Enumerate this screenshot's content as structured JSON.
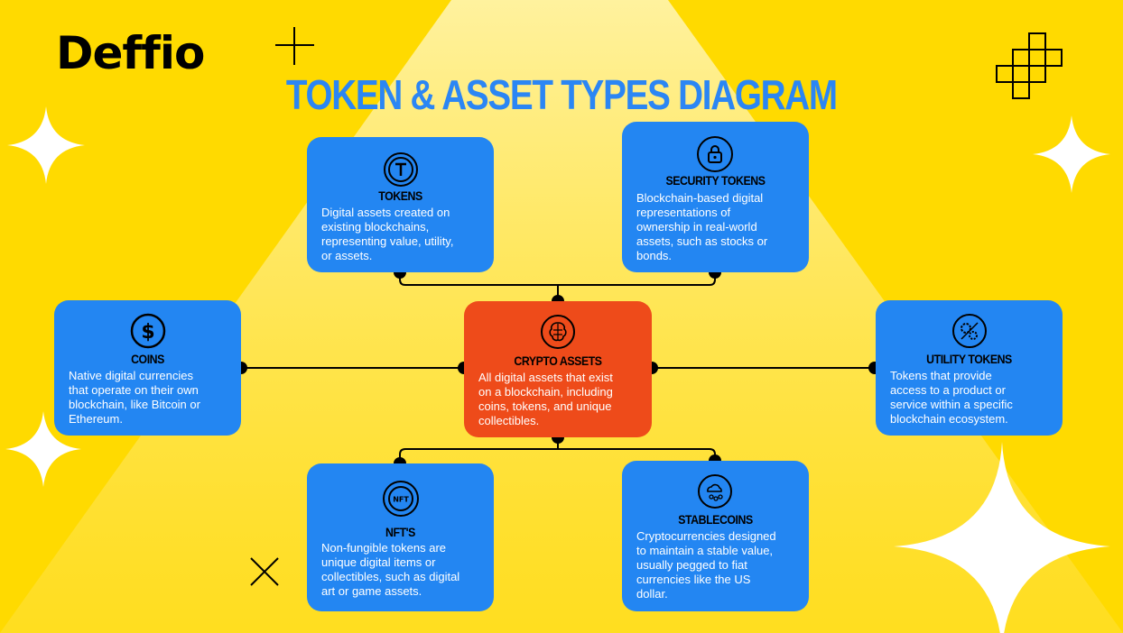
{
  "brand": {
    "logo": "Deffio"
  },
  "title": "TOKEN & ASSET TYPES DIAGRAM",
  "colors": {
    "background": "#FFDA00",
    "title": "#2B86F4",
    "card": "#2386F2",
    "center_card": "#EE4B1A"
  },
  "nodes": {
    "tokens": {
      "icon": "t-coin-icon",
      "title": "TOKENS",
      "description": "Digital assets created on\nexisting blockchains,\nrepresenting value, utility,\nor assets."
    },
    "security": {
      "icon": "lock-icon",
      "title": "SECURITY TOKENS",
      "description": "Blockchain-based digital\nrepresentations of\nownership in real-world\nassets, such as stocks or\nbonds."
    },
    "coins": {
      "icon": "dollar-icon",
      "title": "COINS",
      "description": "Native digital currencies\nthat operate on their own\nblockchain, like Bitcoin or\nEthereum."
    },
    "crypto": {
      "icon": "brain-chip-icon",
      "title": "CRYPTO ASSETS",
      "description": "All digital assets that exist\non a blockchain, including\ncoins, tokens, and unique\ncollectibles."
    },
    "utility": {
      "icon": "gears-icon",
      "title": "UTILITY TOKENS",
      "description": "Tokens that provide\naccess to a product or\nservice within a specific\nblockchain ecosystem."
    },
    "nfts": {
      "icon": "nft-icon",
      "icon_text": "NFT",
      "title": "NFT'S",
      "description": "Non-fungible tokens are\nunique digital items or\ncollectibles, such as digital\nart or game assets."
    },
    "stablecoins": {
      "icon": "cloud-coin-icon",
      "title": "STABLECOINS",
      "description": "Cryptocurrencies designed\nto maintain a stable value,\nusually pegged to fiat\ncurrencies like the US\ndollar."
    }
  }
}
